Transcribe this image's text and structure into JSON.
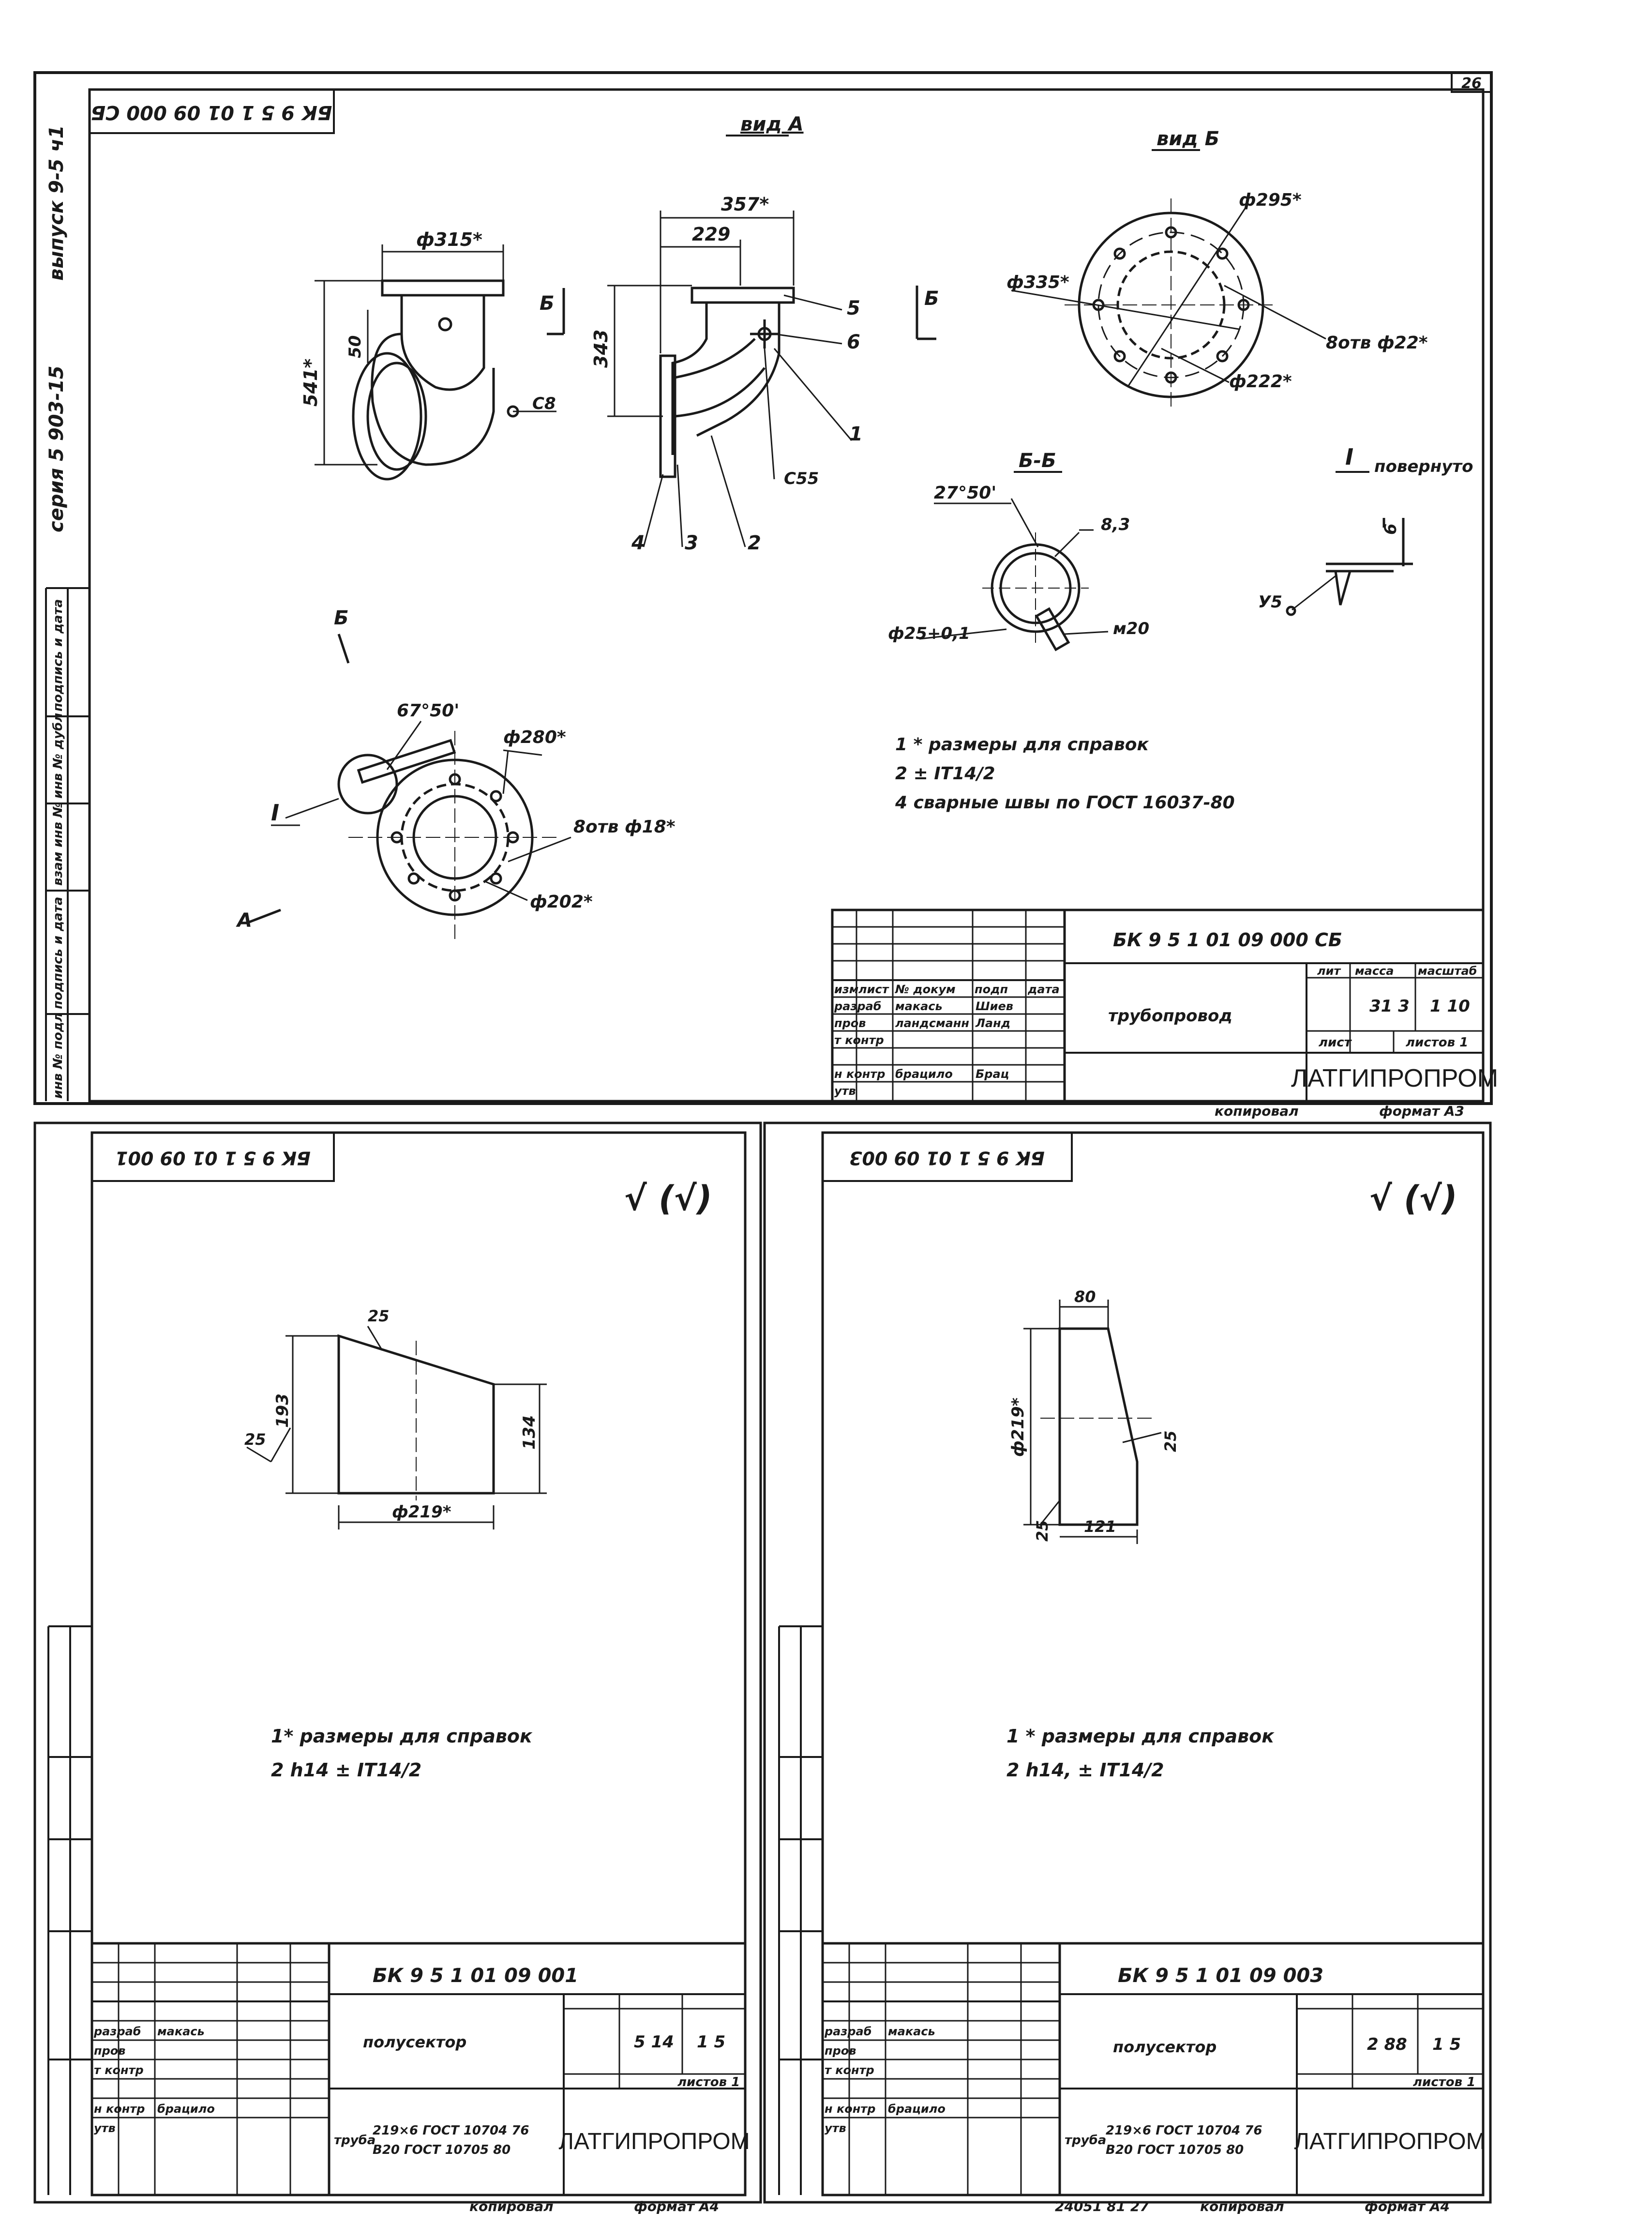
{
  "sheet_top": {
    "page_number": "26",
    "rotated_code": "БК 9 5 1 01 09 000 СБ",
    "margin": {
      "series": "серия 5 903-15",
      "issue": "выпуск 9-5 ч1"
    },
    "side_labels": [
      "инв № подл",
      "подпись и дата",
      "взам инв №",
      "инв № дубл",
      "подпись и дата"
    ],
    "views": {
      "view_a": "вид А",
      "view_b": "вид Б",
      "section_bb": "Б-Б",
      "detail_i": "I",
      "detail_i_note": "повернуто"
    },
    "dims": {
      "d315": "ф315*",
      "h541": "541*",
      "d50": "50",
      "c8": "С8",
      "b": "Б",
      "w357": "357*",
      "w229": "229",
      "h343": "343",
      "c55": "С55",
      "b2": "Б",
      "d295": "ф295*",
      "d335": "ф335*",
      "holes22": "8отв ф22*",
      "d222": "ф222*",
      "angle1": "27°50'",
      "r83": "8,3",
      "d25": "ф25+0,1",
      "m20": "м20",
      "u5": "У5",
      "six": "6",
      "arrow_b": "Б",
      "angle2": "67°50'",
      "d280": "ф280*",
      "holes18": "8отв ф18*",
      "d202": "ф202*",
      "detail_i": "I",
      "arrow_a": "А"
    },
    "positions": [
      "5",
      "6",
      "1",
      "4",
      "3",
      "2"
    ],
    "notes": [
      "1 * размеры для справок",
      "2 ± IT14/2",
      "4 сварные швы по ГОСТ 16037-80"
    ],
    "title_block": {
      "code": "БК 9 5 1 01 09 000 СБ",
      "name": "трубопровод",
      "headers": {
        "izm": "изм",
        "list": "лист",
        "doc": "№ докум",
        "sign": "подп",
        "date": "дата"
      },
      "roles": [
        "разраб",
        "пров",
        "т контр",
        "",
        "н контр",
        "утв"
      ],
      "names": [
        "макась",
        "ландсманн",
        "",
        "",
        "брацило",
        ""
      ],
      "signatures": [
        "Шиев",
        "Ланд",
        "",
        "",
        "Брац",
        ""
      ],
      "lit_label": "лит",
      "mass_label": "масса",
      "scale_label": "масштаб",
      "mass": "31 3",
      "scale": "1 10",
      "sheet_label": "лист",
      "sheets_label": "листов 1",
      "org": "ЛАТГИПРОПРОМ"
    },
    "footer": {
      "copied": "копировал",
      "format": "формат А3"
    }
  },
  "sheet_left": {
    "rotated_code": "БК 9 5 1 01 09 001",
    "roughness": "√ (√)",
    "dims": {
      "r25a": "25",
      "h193": "193",
      "r25b": "25",
      "h134": "134",
      "d219": "ф219*"
    },
    "notes": [
      "1* размеры для справок",
      "2   h14  ± IT14/2"
    ],
    "title_block": {
      "code": "БК 9 5 1 01 09 001",
      "name": "полусектор",
      "material_pre": "труба",
      "material_top": "219×6 ГОСТ 10704 76",
      "material_bot": "В20 ГОСТ 10705 80",
      "mass": "5 14",
      "scale": "1 5",
      "roles": [
        "разраб",
        "пров",
        "т контр",
        "",
        "н контр",
        "утв"
      ],
      "names": [
        "макась",
        "",
        "",
        "",
        "брацило",
        ""
      ],
      "sheets_label": "листов 1",
      "org": "ЛАТГИПРОПРОМ"
    },
    "footer": {
      "copied": "копировал",
      "format": "формат А4"
    }
  },
  "sheet_right": {
    "rotated_code": "БК 9 5 1 01 09 003",
    "roughness": "√ (√)",
    "dims": {
      "w80": "80",
      "d219": "ф219*",
      "r25a": "25",
      "r25b": "25",
      "w121": "121"
    },
    "notes": [
      "1 * размеры для справок",
      "2   h14, ± IT14/2"
    ],
    "title_block": {
      "code": "БК 9 5 1 01 09 003",
      "name": "полусектор",
      "material_pre": "труба",
      "material_top": "219×6 ГОСТ 10704 76",
      "material_bot": "В20 ГОСТ 10705 80",
      "mass": "2 88",
      "scale": "1 5",
      "roles": [
        "разраб",
        "пров",
        "т контр",
        "",
        "н контр",
        "утв"
      ],
      "names": [
        "макась",
        "",
        "",
        "",
        "брацило",
        ""
      ],
      "sheets_label": "листов 1",
      "org": "ЛАТГИПРОПРОМ"
    },
    "footer": {
      "stamp": "24051  81   27",
      "copied": "копировал",
      "format": "формат А4"
    }
  }
}
